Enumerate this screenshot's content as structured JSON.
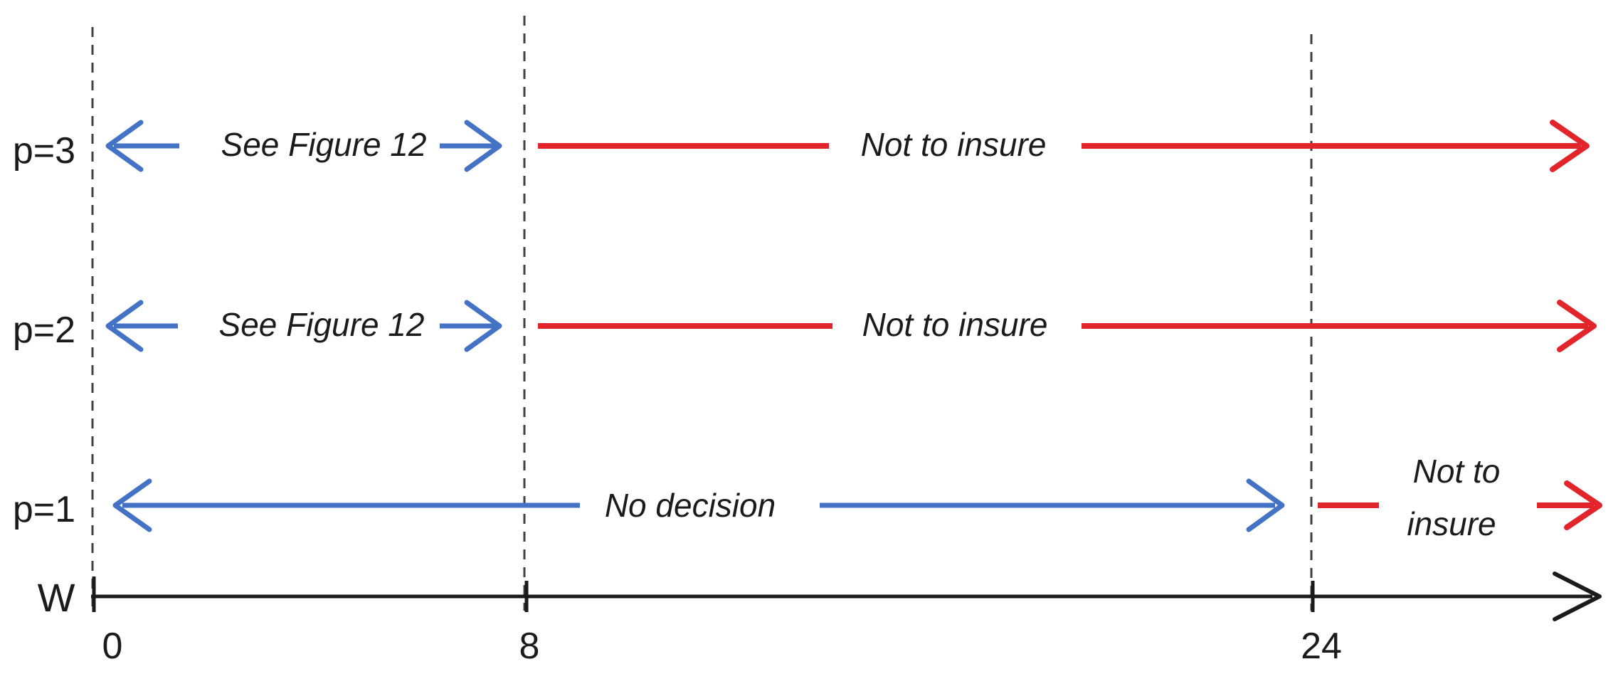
{
  "colors": {
    "blue": "#4472C4",
    "red": "#E2242B",
    "ink": "#1b1b1b",
    "guide": "#404040"
  },
  "axis": {
    "label": "W",
    "ticks": [
      {
        "label": "0"
      },
      {
        "label": "8"
      },
      {
        "label": "24"
      }
    ]
  },
  "rows": [
    {
      "label": "p=3",
      "segments": {
        "left": "See Figure 12",
        "right": "Not to insure"
      }
    },
    {
      "label": "p=2",
      "segments": {
        "left": "See Figure 12",
        "right": "Not to insure"
      }
    },
    {
      "label": "p=1",
      "segments": {
        "mid": "No decision",
        "right_line1": "Not to",
        "right_line2": "insure"
      }
    }
  ]
}
